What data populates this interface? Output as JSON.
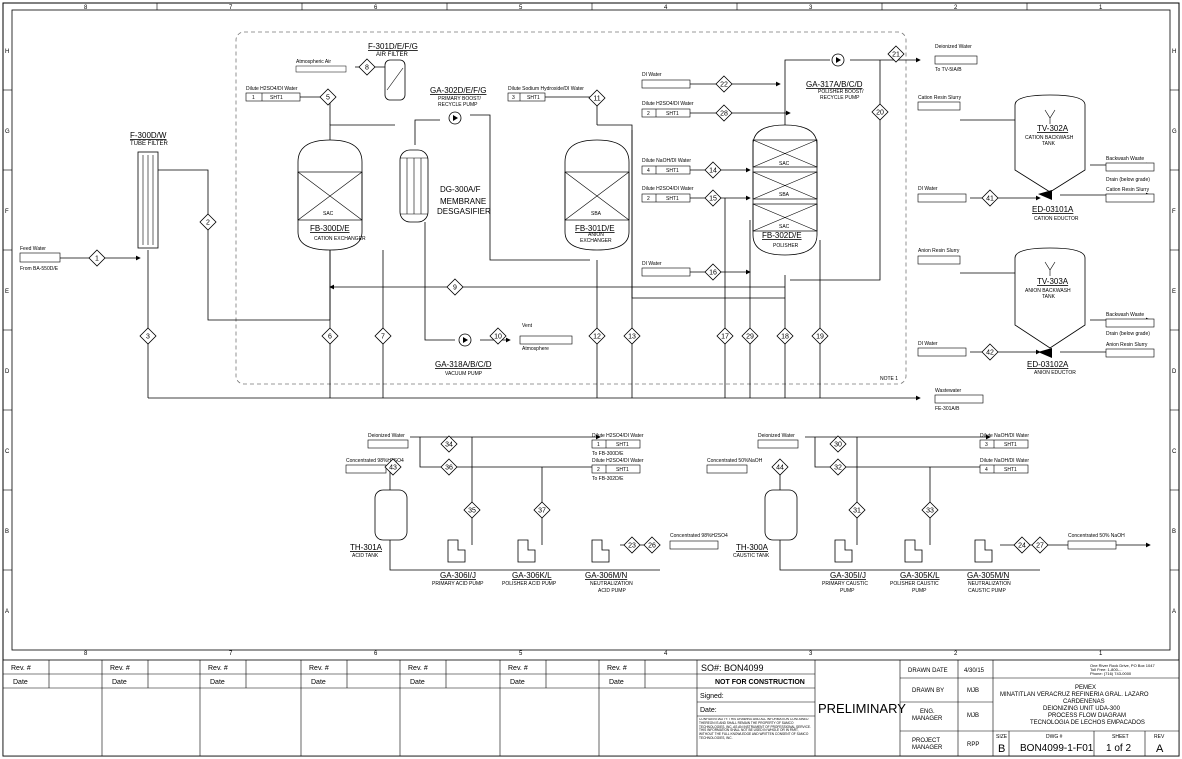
{
  "border": {
    "cols": [
      "8",
      "7",
      "6",
      "5",
      "4",
      "3",
      "2",
      "1"
    ],
    "rows": [
      "H",
      "G",
      "F",
      "E",
      "D",
      "C",
      "B",
      "A"
    ]
  },
  "equipment": [
    {
      "id": "f300",
      "tag": "F-300D/W",
      "desc": "TUBE FILTER"
    },
    {
      "id": "f301",
      "tag": "F-301D/E/F/G",
      "desc": "AIR FILTER"
    },
    {
      "id": "fb300",
      "tag": "FB-300D/E",
      "desc": "CATION EXCHANGER",
      "inner": "SAC"
    },
    {
      "id": "dg300",
      "tag": "DG-300A/F",
      "desc": "MEMBRANE DESGASIFIER"
    },
    {
      "id": "ga302",
      "tag": "GA-302D/E/F/G",
      "desc": "PRIMARY BOOST/ RECYCLE PUMP"
    },
    {
      "id": "fb301",
      "tag": "FB-301D/E",
      "desc": "ANION EXCHANGER",
      "inner": "SBA"
    },
    {
      "id": "fb302",
      "tag": "FB-302D/E",
      "desc": "POLISHER",
      "inner": [
        "SAC",
        "SBA",
        "SAC"
      ]
    },
    {
      "id": "ga317",
      "tag": "GA-317A/B/C/D",
      "desc": "POLISHER BOOST/ RECYCLE PUMP"
    },
    {
      "id": "ga318",
      "tag": "GA-318A/B/C/D",
      "desc": "VACUUM PUMP"
    },
    {
      "id": "tv302",
      "tag": "TV-302A",
      "desc": "CATION BACKWASH TANK"
    },
    {
      "id": "ed03101",
      "tag": "ED-03101A",
      "desc": "CATION EDUCTOR"
    },
    {
      "id": "tv303",
      "tag": "TV-303A",
      "desc": "ANION BACKWASH TANK"
    },
    {
      "id": "ed03102",
      "tag": "ED-03102A",
      "desc": "ANION EDUCTOR"
    },
    {
      "id": "th301",
      "tag": "TH-301A",
      "desc": "ACID TANK"
    },
    {
      "id": "th300",
      "tag": "TH-300A",
      "desc": "CAUSTIC TANK"
    },
    {
      "id": "ga306j",
      "tag": "GA-306I/J",
      "desc": "PRIMARY ACID PUMP"
    },
    {
      "id": "ga306k",
      "tag": "GA-306K/L",
      "desc": "POLISHER ACID PUMP"
    },
    {
      "id": "ga306m",
      "tag": "GA-306M/N",
      "desc": "NEUTRALIZATION ACID PUMP"
    },
    {
      "id": "ga305j",
      "tag": "GA-305I/J",
      "desc": "PRIMARY CAUSTIC PUMP"
    },
    {
      "id": "ga305k",
      "tag": "GA-305K/L",
      "desc": "POLISHER CAUSTIC PUMP"
    },
    {
      "id": "ga305m",
      "tag": "GA-305M/N",
      "desc": "NEUTRALIZATION CAUSTIC PUMP"
    }
  ],
  "streams": {
    "feed_water": {
      "label": "Feed Water",
      "sub": "From BA-550D/E"
    },
    "atm_air": "Atmospheric Air",
    "dil_h2so4_1": {
      "label": "Dilute H2SO4/DI Water",
      "num": "1",
      "sht": "SHT1"
    },
    "dil_naoh_3": {
      "label": "Dilute Sodium Hydroxide/DI Water",
      "num": "3",
      "sht": "SHT1"
    },
    "di_water_22": "DI Water",
    "dil_h2so4_2a": {
      "label": "Dilute H2SO4/DI Water",
      "num": "2",
      "sht": "SHT1"
    },
    "dil_naoh_4": {
      "label": "Dilute NaOH/DI Water",
      "num": "4",
      "sht": "SHT1"
    },
    "dil_h2so4_2b": {
      "label": "Dilute H2SO4/DI Water",
      "num": "2",
      "sht": "SHT1"
    },
    "di_water_16": "DI Water",
    "deionized_out": {
      "label": "Deionized Water",
      "sub": "To TV-5IA/B"
    },
    "vent": {
      "label": "Vent",
      "sub": "Atmosphere"
    },
    "cation_slurry": "Cation Resin Slurry",
    "backwash_c": {
      "label": "Backwash Waste",
      "sub": "Drain (below grade)"
    },
    "cation_slurry_out": "Cation Resin Slurry",
    "di_water_41": "DI Water",
    "anion_slurry": "Anion Resin Slurry",
    "backwash_a": {
      "label": "Backwash Waste",
      "sub": "Drain (below grade)"
    },
    "anion_slurry_out": "Anion Resin Slurry",
    "di_water_42": "DI Water",
    "wastewater": {
      "label": "Wastewater",
      "sub": "FE-301A/B"
    },
    "acid_deion": "Deionized Water",
    "acid_conc": "Concentrated 98%H2SO4",
    "acid_out1": {
      "label": "Dilute H2SO4/DI Water",
      "num": "1",
      "sht": "SHT1",
      "sub": "To FB-300D/E"
    },
    "acid_out2": {
      "label": "Dilute H2SO4/DI Water",
      "num": "2",
      "sht": "SHT1",
      "sub": "To FB-302D/E"
    },
    "acid_neut": "Concentrated 98%H2SO4",
    "caus_deion": "Deionized Water",
    "caus_conc": "Concentrated 50%NaOH",
    "caus_out3": {
      "label": "Dilute NaOH/DI Water",
      "num": "3",
      "sht": "SHT1"
    },
    "caus_out4": {
      "label": "Dilute NaOH/DI Water",
      "num": "4",
      "sht": "SHT1"
    },
    "caus_neut": "Concentrated 50% NaOH"
  },
  "note": "NOTE 1",
  "title_block": {
    "rev_label": "Rev. #",
    "date_label": "Date",
    "so": "SO#: BON4099",
    "not_for_construction": "NOT FOR CONSTRUCTION",
    "signed": "Signed:",
    "date": "Date:",
    "confidentiality": "CONFIDENTIALITY: THIS DRAWING AND ALL INFORMATION CONTAINED THEREON IS AND SHALL REMAIN THE PROPERTY OF SAMCO TECHNOLOGIES, INC. AS AN INSTRUMENT OF PROFESSIONAL SERVICE. THIS INFORMATION SHALL NOT BE USED IN WHOLE OR IN PART, WITHOUT THE FULL KNOWLEDGE AND WRITTEN CONSENT OF SAMCO TECHNOLOGIES, INC.",
    "preliminary": "PRELIMINARY",
    "drawn_date_label": "DRAWN DATE",
    "drawn_date": "4/30/15",
    "drawn_by_label": "DRAWN BY",
    "drawn_by": "MJB",
    "eng_mgr_label": "ENG. MANAGER",
    "eng_mgr": "MJB",
    "proj_mgr_label": "PROJECT MANAGER",
    "proj_mgr": "RPP",
    "company_lines": [
      "One River Rock Drive, PO Box 1047",
      "Toll Free: 1-800-...",
      "Phone: (716) 743-0000"
    ],
    "client": [
      "PEMEX",
      "MINATITLAN VERACRUZ REFINERIA GRAL. LAZARO",
      "CARDENENAS",
      "DEIONIZING UNIT UDA-300",
      "PROCESS FLOW DIAGRAM",
      "TECNOLOGIA DE LECHOS EMPACADOS"
    ],
    "size_label": "SIZE",
    "size": "B",
    "dwg_label": "DWG #",
    "dwg": "BON4099-1-F01",
    "sheet_label": "SHEET",
    "sheet": "1 of 2",
    "rev_hdr": "REV",
    "rev": "A"
  }
}
